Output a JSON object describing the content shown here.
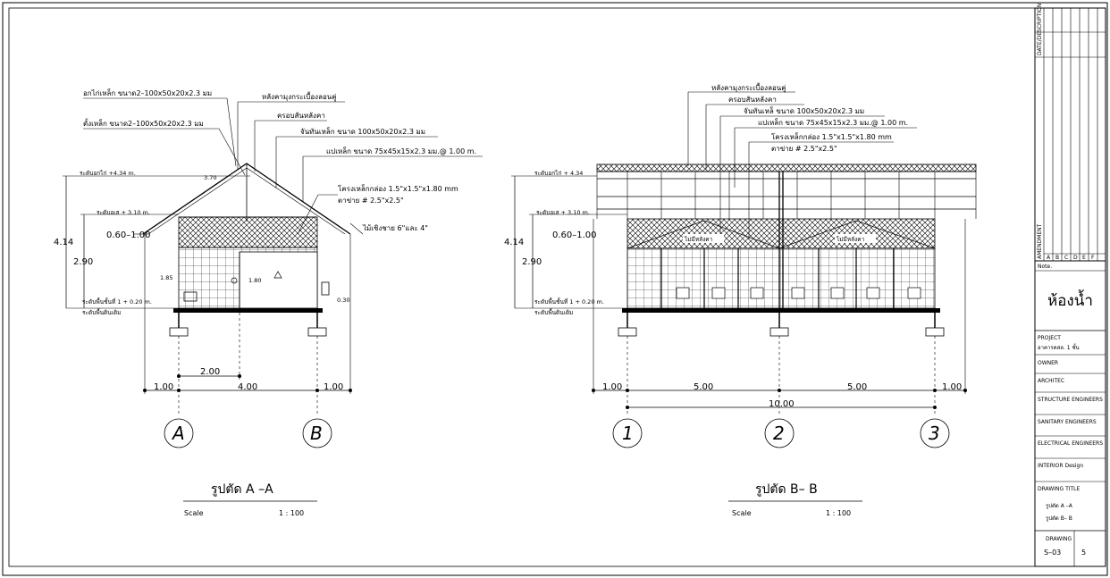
{
  "section_a": {
    "title": "รูปตัด A –A",
    "scale_label": "Scale",
    "scale_value": "1 : 100",
    "grid_labels": [
      "A",
      "B"
    ],
    "callouts": {
      "tie_beam": "อกไก่เหล็ก ขนาด2–100x50x20x2.3 มม",
      "king_post": "ตั้งเหล็ก ขนาด2–100x50x20x2.3 มม",
      "roof": "หลังคามุงกระเบื้องลอนคู่",
      "eave_board": "ครอบสันหลังคา",
      "rafter": "จันทันเหล็ก ขนาด 100x50x20x2.3 มม",
      "purlin": "แปเหล็ก ขนาด 75x45x15x2.3 มม.@ 1.00 m.",
      "frame": "โครงเหล็กกล่อง 1.5\"x1.5\"x1.80 mm",
      "mesh": "ตาข่าย # 2.5\"x2.5\"",
      "fascia": "ไม้เชิงชาย 6\"และ 4\""
    },
    "levels": {
      "ridge": "ระดับอกไก่ +4.34 m.",
      "eave": "ระดับอเส + 3.10 m.",
      "floor": "ระดับพื้นชั้นที่ 1 + 0.20 m.",
      "ground": "ระดับพื้นดินเดิม"
    },
    "dims": {
      "total_height": "4.14",
      "wall_height": "2.90",
      "opening": "0.60–1.00",
      "span": [
        "1.00",
        "4.00",
        "1.00"
      ],
      "inner": "2.00",
      "small": [
        "3.70",
        "1.85",
        "1.80",
        "0.30"
      ]
    }
  },
  "section_b": {
    "title": "รูปตัด B– B",
    "scale_label": "Scale",
    "scale_value": "1 : 100",
    "grid_labels": [
      "1",
      "2",
      "3"
    ],
    "callouts": {
      "roof": "หลังคามุงกระเบื้องลอนคู่",
      "eave_board": "ครอบสันหลังคา",
      "rafter": "จันทันเหล็ ขนาด 100x50x20x2.3 มม",
      "purlin": "แปเหล็ก ขนาด 75x45x15x2.3 มม.@ 1.00 m.",
      "frame": "โครงเหล็กกล่อง 1.5\"x1.5\"x1.80 mm",
      "mesh": "ตาข่าย # 2.5\"x2.5\""
    },
    "levels": {
      "ridge": "ระดับอกไก่ + 4.34",
      "eave": "ระดับอเส + 3.10 m.",
      "floor": "ระดับพื้นชั้นที่ 1 + 0.20 m.",
      "ground": "ระดับพื้นดินเดิม"
    },
    "dims": {
      "total_height": "4.14",
      "wall_height": "2.90",
      "opening": "0.60–1.00",
      "span": [
        "1.00",
        "5.00",
        "5.00",
        "1.00"
      ],
      "total": "10.00"
    },
    "panel_label": "ไม่มีหลังคา"
  },
  "title_block": {
    "revision_header": "DATE/DESCRIPTION",
    "amendment": "AMENDMENT",
    "rev_letters": [
      "A",
      "B",
      "C",
      "D",
      "E",
      "F"
    ],
    "note_label": "Note.",
    "sheet_name": "ห้องน้ำ",
    "project_label": "PROJECT",
    "project_value": "อาคารคสล. 1 ชั้น",
    "owner_label": "OWNER",
    "architect_label": "ARCHITEC",
    "structure_label": "STRUCTURE ENGINEERS",
    "sanitary_label": "SANITARY ENGINEERS",
    "electrical_label": "ELECTRICAL ENGINEERS",
    "interior_label": "INTERIOR Design",
    "drawing_title_label": "DRAWING TITLE",
    "drawing_titles": [
      "รูปตัด A –A",
      "รูปตัด B– B"
    ],
    "drawing_label": "DRAWING",
    "drawing_no": "S–03",
    "sheet_no": "5"
  }
}
